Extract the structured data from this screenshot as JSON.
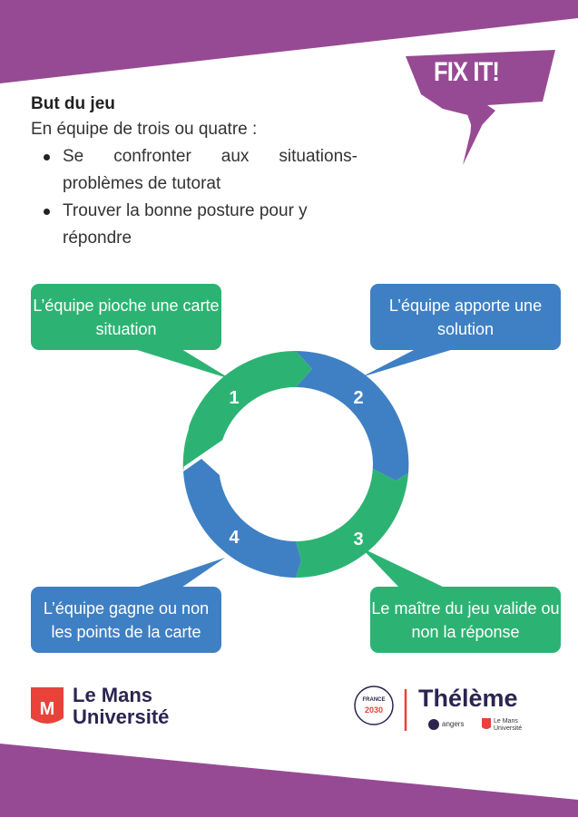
{
  "banner": {
    "title": "FIX IT!"
  },
  "intro": {
    "heading": "But du jeu",
    "lead": "En équipe de trois ou quatre :",
    "bullets": [
      "Se confronter aux situations-problèmes de tutorat",
      "Trouver la bonne posture pour y répondre"
    ]
  },
  "cycle": {
    "steps": [
      {
        "number": "1",
        "label": "L’équipe pioche une carte situation"
      },
      {
        "number": "2",
        "label": "L’équipe apporte une solution"
      },
      {
        "number": "3",
        "label": "Le maître du jeu valide ou non la réponse"
      },
      {
        "number": "4",
        "label": "L’équipe gagne ou non les points de la carte"
      }
    ]
  },
  "logos": {
    "lemans": {
      "line1": "Le Mans",
      "line2": "Université"
    },
    "france2030": {
      "top": "FRANCE",
      "bottom": "2030"
    },
    "theleme": "Thélème",
    "angers": "angers",
    "lemans_small": "Le Mans Université"
  },
  "colors": {
    "purple": "#974a94",
    "green": "#2cb373",
    "blue": "#3f80c4"
  }
}
